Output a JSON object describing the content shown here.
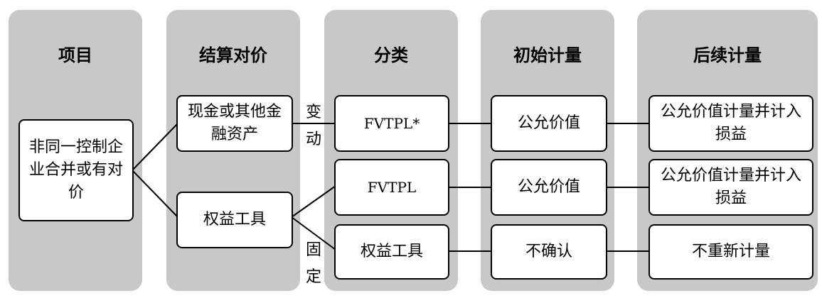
{
  "columns": [
    {
      "title": "项目"
    },
    {
      "title": "结算对价"
    },
    {
      "title": "分类"
    },
    {
      "title": "初始计量"
    },
    {
      "title": "后续计量"
    }
  ],
  "nodes": {
    "item": "非同一控制企业合并或有对价",
    "cash": "现金或其他金融资产",
    "equity": "权益工具",
    "fvtpl_star": "FVTPL*",
    "fvtpl": "FVTPL",
    "equity_class": "权益工具",
    "fair_value_1": "公允价值",
    "fair_value_2": "公允价值",
    "not_recognized": "不确认",
    "subsequent_1": "公允价值计量并计入损益",
    "subsequent_2": "公允价值计量并计入损益",
    "no_remeasure": "不重新计量"
  },
  "edge_labels": {
    "variable_1": "变",
    "variable_2": "动",
    "fixed_1": "固",
    "fixed_2": "定"
  }
}
